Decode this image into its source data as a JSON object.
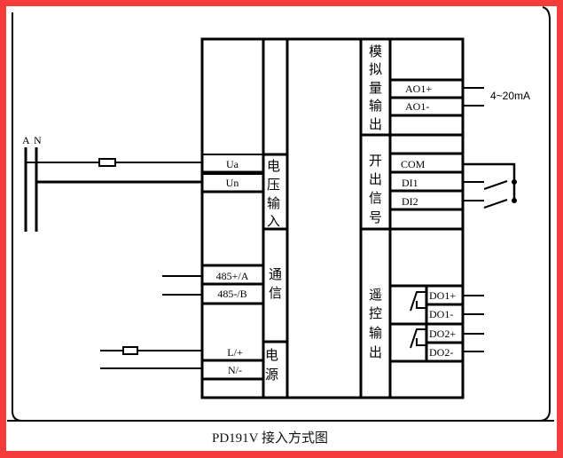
{
  "diagram": {
    "caption": "PD191V 接入方式图",
    "frame_color": "#f43c3c",
    "line_color": "#000000",
    "source": {
      "phase_label": "A",
      "neutral_label": "N"
    },
    "left_terminals": {
      "voltage": {
        "group_label": [
          "电",
          "压",
          "输",
          "入"
        ],
        "terminals": [
          "Ua",
          "Un"
        ]
      },
      "comm": {
        "group_label": [
          "通",
          "信"
        ],
        "terminals": [
          "485+/A",
          "485-/B"
        ]
      },
      "power": {
        "group_label": [
          "电",
          "源"
        ],
        "terminals": [
          "L/+",
          "N/-"
        ]
      }
    },
    "right_terminals": {
      "analog_out": {
        "group_label": [
          "模",
          "拟",
          "量",
          "输",
          "出"
        ],
        "terminals": [
          "AO1+",
          "AO1-"
        ],
        "signal": "4~20mA"
      },
      "digital_in": {
        "group_label": [
          "开",
          "出",
          "信",
          "号"
        ],
        "terminals": [
          "COM",
          "DI1",
          "DI2"
        ]
      },
      "relay_out": {
        "group_label": [
          "遥",
          "控",
          "输",
          "出"
        ],
        "terminals": [
          "DO1+",
          "DO1-",
          "DO2+",
          "DO2-"
        ]
      }
    }
  }
}
